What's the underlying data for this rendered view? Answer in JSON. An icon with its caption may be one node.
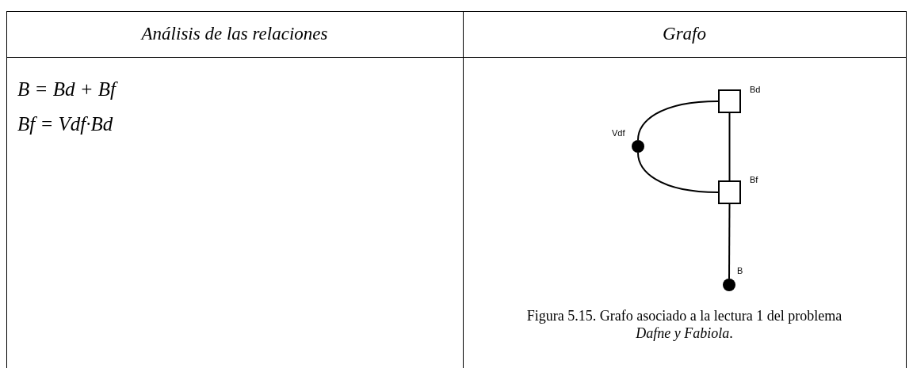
{
  "diagram": {
    "caption": "Figura 5.15. Grafo asociado a la lectura 1 del problema *Dafne y Fabiola*.",
    "nodes": [
      {
        "text": [],
        "shape": "box",
        "beside": [
          "Bd"
        ]
      },
      {
        "text": [],
        "shape": "circle",
        "beside": [
          "Vdf"
        ]
      },
      {
        "text": [],
        "shape": "box",
        "beside": [
          "Bf"
        ]
      },
      {
        "text": [],
        "shape": "circle",
        "beside": [
          "B"
        ]
      }
    ],
    "edges": [
      {
        "from": 0,
        "to": 1,
        "arrow": "none"
      },
      {
        "from": 1,
        "to": 2,
        "arrow": "none"
      },
      {
        "from": 0,
        "to": 2,
        "arrow": "none"
      },
      {
        "from": 2,
        "to": 3,
        "arrow": "none"
      }
    ],
    "labels": [
      "Análisis de las relaciones",
      "Grafo",
      "B = Bd + Bf",
      "Bf = Vdf·Bd"
    ]
  }
}
